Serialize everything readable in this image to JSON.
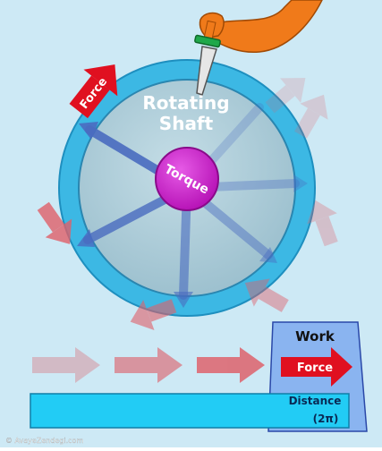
{
  "diagram": {
    "shaft_label_line1": "Rotating",
    "shaft_label_line2": "Shaft",
    "force_label": "Force",
    "torque_label": "Torque",
    "work_title": "Work",
    "work_force_label": "Force",
    "distance_label": "Distance",
    "distance_value": "(2π)",
    "watermark": "© AvayeZendegi.com"
  },
  "colors": {
    "background": "#cde9f5",
    "wheel_ring": "#3cb8e4",
    "wheel_face": "#a9cbd6",
    "spoke": "#4a6cc0",
    "hub": "#cc22cc",
    "force_arrow": "#e01020",
    "skin": "#f07a1a",
    "work_box": "#8ab4f0",
    "distance_bar": "#22ccf5"
  }
}
